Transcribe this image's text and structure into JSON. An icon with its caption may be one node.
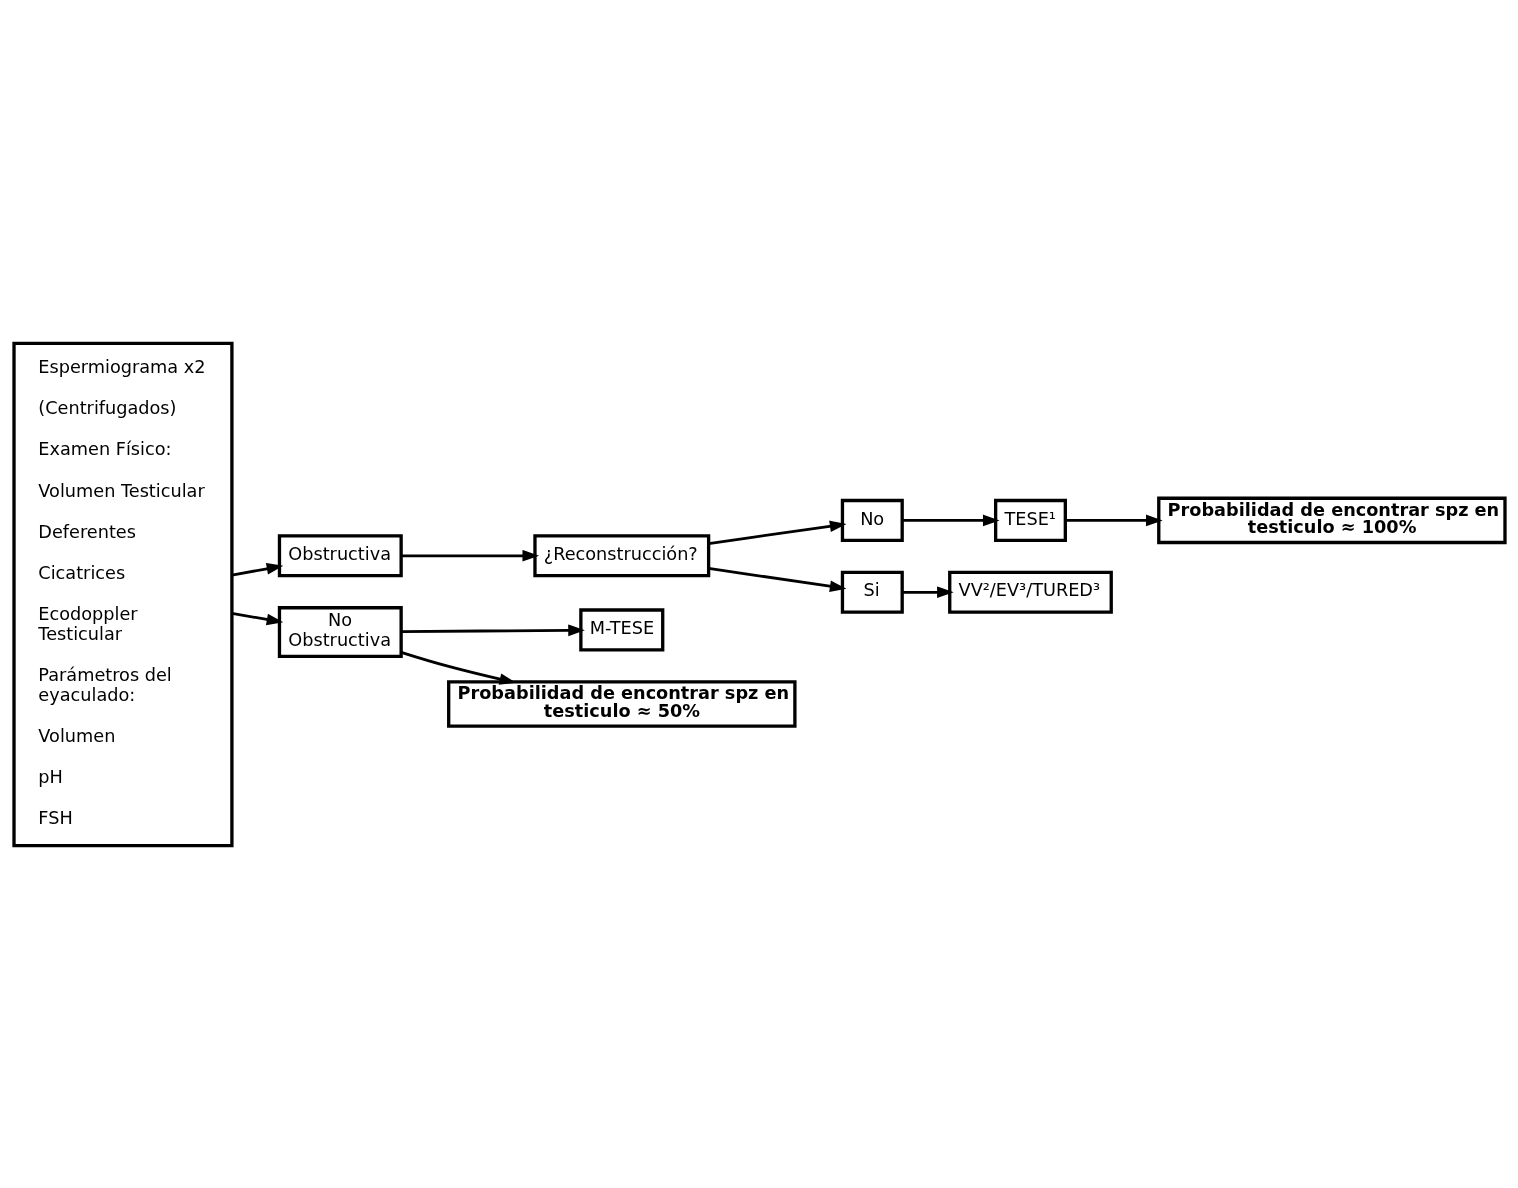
{
  "diagram": {
    "nodes": [
      {
        "text": [
          "Espermiograma x2",
          "(Centrifugados)",
          "Examen Físico:",
          "Volumen Testicular",
          "Deferentes",
          "Cicatrices",
          "Ecodoppler Testicular",
          "Parámetros del eyaculado:",
          "Volumen",
          "pH",
          "FSH"
        ]
      },
      {
        "text": [
          "Obstructiva"
        ]
      },
      {
        "text": [
          "¿Reconstrucción?"
        ]
      },
      {
        "text": [
          "No"
        ]
      },
      {
        "text": [
          "Si"
        ]
      },
      {
        "text": [
          "TESE¹"
        ]
      },
      {
        "text": [
          "VV²/EV³/TURED³"
        ]
      },
      {
        "text": [
          "Probabilidad de encontrar spz en testiculo ≈ 100%"
        ]
      },
      {
        "text": [
          "No Obstructiva"
        ]
      },
      {
        "text": [
          "M-TESE"
        ]
      },
      {
        "text": [
          "Probabilidad de encontrar spz en testiculo ≈ 50%"
        ]
      }
    ],
    "edges": [
      {
        "from": 0,
        "to": 1,
        "arrow": "to"
      },
      {
        "from": 1,
        "to": 2,
        "arrow": "to"
      },
      {
        "from": 2,
        "to": 3,
        "arrow": "to"
      },
      {
        "from": 2,
        "to": 4,
        "arrow": "to"
      },
      {
        "from": 3,
        "to": 5,
        "arrow": "to"
      },
      {
        "from": 4,
        "to": 6,
        "arrow": "to"
      },
      {
        "from": 5,
        "to": 7,
        "arrow": "to"
      },
      {
        "from": 0,
        "to": 8,
        "arrow": "to"
      },
      {
        "from": 8,
        "to": 9,
        "arrow": "to"
      },
      {
        "from": 8,
        "to": 10,
        "arrow": "to"
      }
    ]
  }
}
